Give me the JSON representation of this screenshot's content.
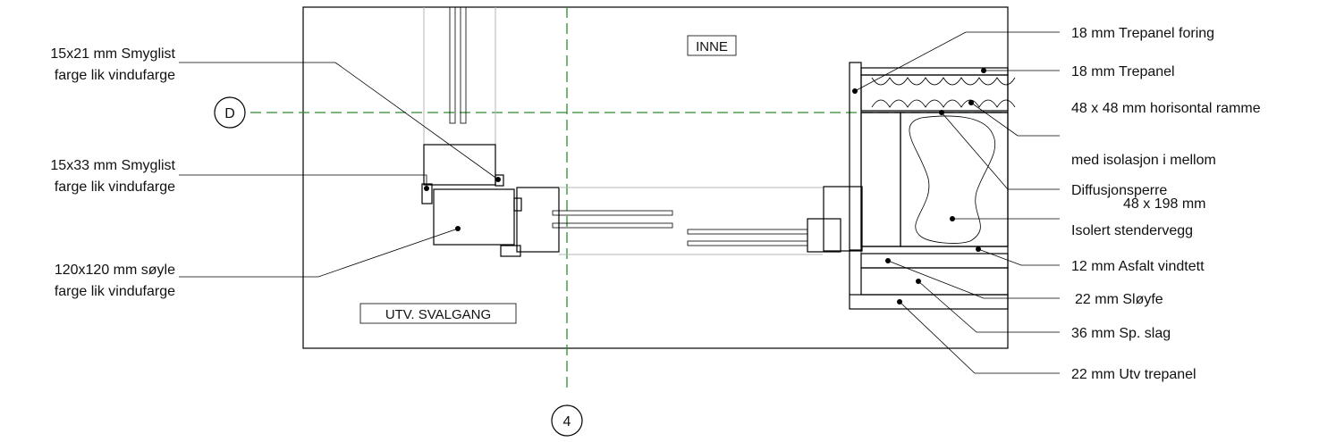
{
  "zones": {
    "inside": "INNE",
    "outside": "UTV. SVALGANG"
  },
  "grid_markers": {
    "horizontal": "D",
    "vertical": "4"
  },
  "labels_left": [
    {
      "line1": "15x21 mm Smyglist",
      "line2": "farge lik vindufarge"
    },
    {
      "line1": "15x33 mm Smyglist",
      "line2": "farge lik vindufarge"
    },
    {
      "line1": "120x120 mm søyle",
      "line2": "farge lik vindufarge"
    }
  ],
  "labels_right": [
    {
      "line1": "18 mm Trepanel foring",
      "line2": ""
    },
    {
      "line1": "18 mm Trepanel",
      "line2": ""
    },
    {
      "line1": "48 x 48 mm horisontal ramme",
      "line2": "med isolasjon i mellom"
    },
    {
      "line1": "Diffusjonsperre",
      "line2": ""
    },
    {
      "line1": "48 x 198 mm",
      "line2": "Isolert stendervegg"
    },
    {
      "line1": "12 mm Asfalt vindtett",
      "line2": ""
    },
    {
      "line1": "22 mm Sløyfe",
      "line2": ""
    },
    {
      "line1": "36 mm Sp. slag",
      "line2": ""
    },
    {
      "line1": "22 mm Utv trepanel",
      "line2": ""
    }
  ],
  "colors": {
    "grid_line": "#2e8b2e",
    "hatch": "#888888",
    "outline": "#000000"
  }
}
